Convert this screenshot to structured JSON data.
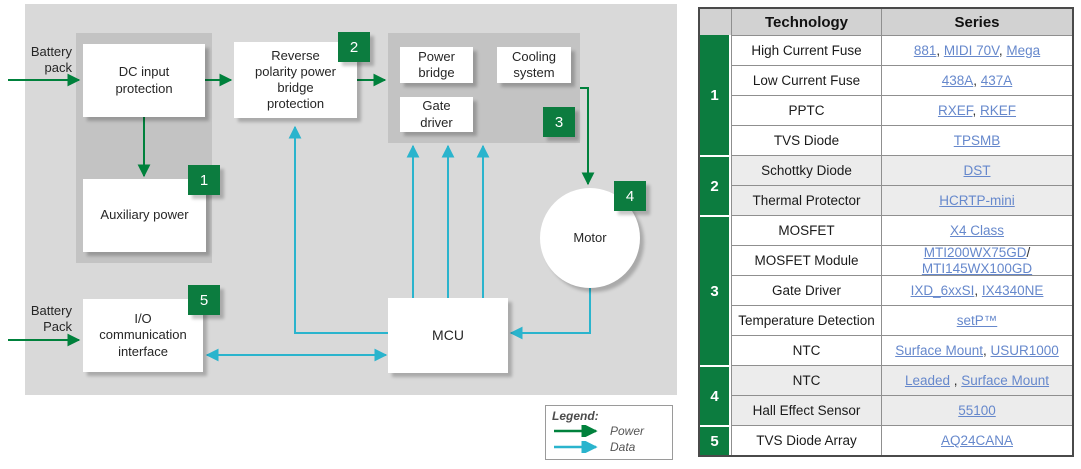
{
  "diagram": {
    "labels": {
      "battery_pack_top": "Battery\npack",
      "battery_pack_bottom": "Battery\nPack"
    },
    "boxes": {
      "dc_input": "DC input\nprotection",
      "reverse_polarity": "Reverse\npolarity power\nbridge\nprotection",
      "aux_power": "Auxiliary power",
      "power_bridge": "Power\nbridge",
      "cooling_system": "Cooling\nsystem",
      "gate_driver": "Gate\ndriver",
      "motor": "Motor",
      "mcu": "MCU",
      "io_interface": "I/O\ncommunication\ninterface"
    },
    "badges": [
      "1",
      "2",
      "3",
      "4",
      "5"
    ],
    "legend": {
      "title": "Legend:",
      "items": [
        {
          "label": "Power",
          "type": "power"
        },
        {
          "label": "Data",
          "type": "data"
        }
      ]
    },
    "colors": {
      "power_green": "#00813c",
      "data_cyan": "#2ab4cd",
      "badge_green": "#0c7c3f",
      "canvas_gray": "#d9d9d9",
      "panel_gray": "#c3c3c3"
    }
  },
  "table": {
    "headers": {
      "technology": "Technology",
      "series": "Series"
    },
    "groups": [
      {
        "badge": "1",
        "shaded": false,
        "rows": [
          {
            "technology": "High Current Fuse",
            "series": [
              {
                "t": "link",
                "v": "881"
              },
              {
                "t": "plain",
                "v": ", "
              },
              {
                "t": "link",
                "v": "MIDI 70V"
              },
              {
                "t": "plain",
                "v": ", "
              },
              {
                "t": "link",
                "v": "Mega"
              }
            ]
          },
          {
            "technology": "Low Current Fuse",
            "series": [
              {
                "t": "link",
                "v": "438A"
              },
              {
                "t": "plain",
                "v": ", "
              },
              {
                "t": "link",
                "v": "437A"
              }
            ]
          },
          {
            "technology": "PPTC",
            "series": [
              {
                "t": "link",
                "v": "RXEF"
              },
              {
                "t": "plain",
                "v": ", "
              },
              {
                "t": "link",
                "v": "RKEF"
              }
            ]
          },
          {
            "technology": "TVS Diode",
            "series": [
              {
                "t": "link",
                "v": "TPSMB"
              }
            ]
          }
        ]
      },
      {
        "badge": "2",
        "shaded": true,
        "rows": [
          {
            "technology": "Schottky Diode",
            "series": [
              {
                "t": "link",
                "v": "DST"
              }
            ]
          },
          {
            "technology": "Thermal Protector",
            "series": [
              {
                "t": "link",
                "v": "HCRTP-mini"
              }
            ]
          }
        ]
      },
      {
        "badge": "3",
        "shaded": false,
        "rows": [
          {
            "technology": "MOSFET",
            "series": [
              {
                "t": "link",
                "v": "X4 Class"
              }
            ]
          },
          {
            "technology": "MOSFET Module",
            "series": [
              {
                "t": "link",
                "v": "MTI200WX75GD"
              },
              {
                "t": "plain",
                "v": "/"
              },
              {
                "t": "br"
              },
              {
                "t": "link",
                "v": "MTI145WX100GD"
              }
            ]
          },
          {
            "technology": "Gate Driver",
            "series": [
              {
                "t": "link",
                "v": "IXD_6xxSI"
              },
              {
                "t": "plain",
                "v": ", "
              },
              {
                "t": "link",
                "v": "IX4340NE"
              }
            ]
          },
          {
            "technology": "Temperature Detection",
            "series": [
              {
                "t": "link",
                "v": "setP™"
              }
            ]
          },
          {
            "technology": "NTC",
            "series": [
              {
                "t": "link",
                "v": "Surface Mount"
              },
              {
                "t": "plain",
                "v": ", "
              },
              {
                "t": "link",
                "v": "USUR1000"
              }
            ]
          }
        ]
      },
      {
        "badge": "4",
        "shaded": true,
        "rows": [
          {
            "technology": "NTC",
            "series": [
              {
                "t": "link",
                "v": "Leaded"
              },
              {
                "t": "plain",
                "v": " , "
              },
              {
                "t": "link",
                "v": "Surface Mount"
              }
            ]
          },
          {
            "technology": "Hall Effect Sensor",
            "series": [
              {
                "t": "link",
                "v": "55100"
              }
            ]
          }
        ]
      },
      {
        "badge": "5",
        "shaded": false,
        "rows": [
          {
            "technology": "TVS Diode Array",
            "series": [
              {
                "t": "link",
                "v": "AQ24CANA"
              }
            ]
          }
        ]
      }
    ]
  }
}
